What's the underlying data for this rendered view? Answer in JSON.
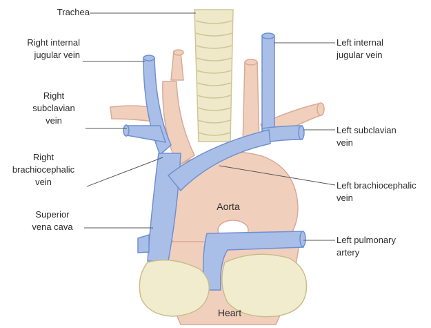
{
  "diagram": {
    "labels": {
      "trachea": [
        "Trachea"
      ],
      "right_internal_jugular_vein": [
        "Right internal",
        "jugular vein"
      ],
      "right_subclavian_vein": [
        "Right",
        "subclavian",
        "vein"
      ],
      "right_brachiocephalic_vein": [
        "Right",
        "brachiocephalic",
        "vein"
      ],
      "superior_vena_cava": [
        "Superior",
        "vena cava"
      ],
      "left_internal_jugular_vein": [
        "Left internal",
        "jugular vein"
      ],
      "left_subclavian_vein": [
        "Left subclavian",
        "vein"
      ],
      "left_brachiocephalic_vein": [
        "Left brachiocephalic",
        "vein"
      ],
      "left_pulmonary_artery": [
        "Left pulmonary",
        "artery"
      ],
      "aorta": [
        "Aorta"
      ],
      "heart": [
        "Heart"
      ]
    },
    "colors": {
      "vein_fill": "#a9bfe8",
      "vein_dark": "#6f8fcf",
      "artery_fill": "#f1cfbd",
      "artery_edge": "#d9a995",
      "trachea_fill": "#efe9c9",
      "trachea_edge": "#cfc598",
      "atrium_fill": "#f2ecce",
      "leader_line": "#555555"
    }
  }
}
